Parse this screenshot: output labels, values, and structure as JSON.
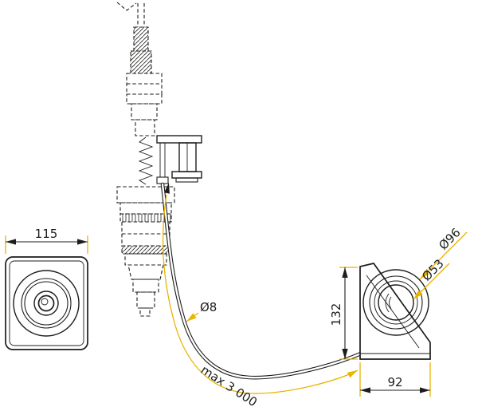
{
  "drawing": {
    "labels": {
      "front_width": "115",
      "pedal_height": "132",
      "pedal_depth": "92",
      "button_outer_diameter": "Ø96",
      "button_inner_diameter": "Ø53",
      "cable_diameter": "Ø8",
      "cable_max_length": "max 3 000"
    },
    "colors": {
      "line": "#1d1d1b",
      "dimension_accent": "#e9b402",
      "background": "#ffffff"
    }
  }
}
